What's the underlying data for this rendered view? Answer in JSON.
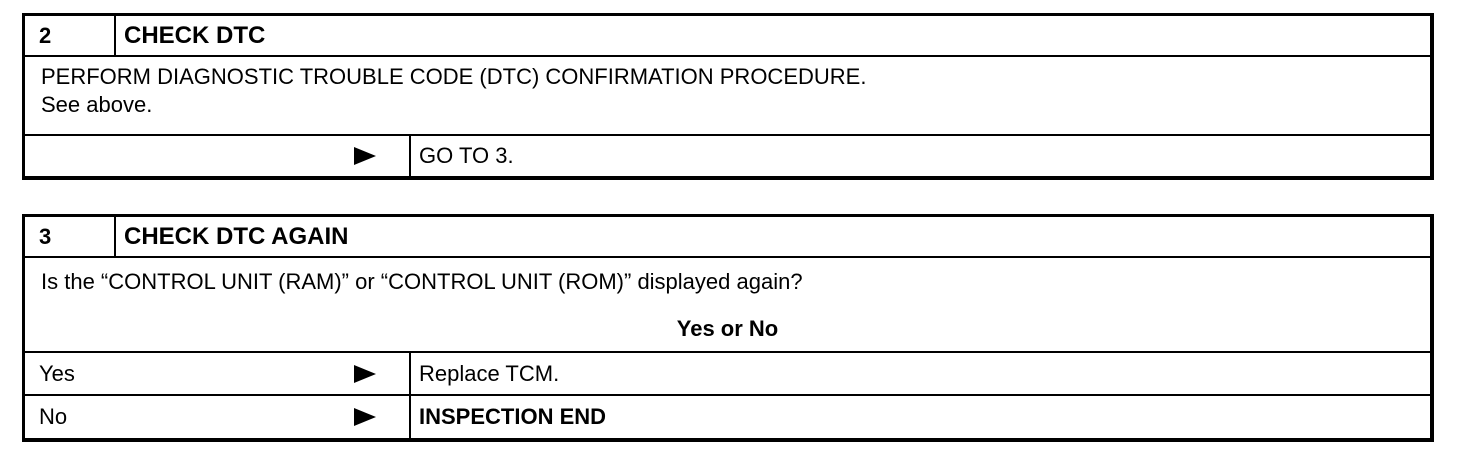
{
  "step2": {
    "number": "2",
    "title": "CHECK DTC",
    "line1": "PERFORM DIAGNOSTIC TROUBLE CODE (DTC) CONFIRMATION PROCEDURE.",
    "line2": "See above.",
    "answers": [
      {
        "label": "",
        "result": "GO TO 3."
      }
    ]
  },
  "step3": {
    "number": "3",
    "title": "CHECK DTC AGAIN",
    "question": "Is the “CONTROL UNIT (RAM)” or “CONTROL UNIT (ROM)” displayed again?",
    "prompt": "Yes or No",
    "answers": [
      {
        "label": "Yes",
        "result": "Replace TCM."
      },
      {
        "label": "No",
        "result": "INSPECTION END"
      }
    ]
  }
}
